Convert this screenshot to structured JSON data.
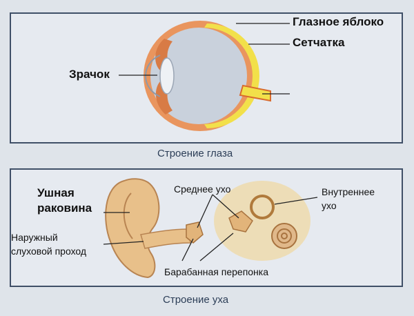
{
  "eye": {
    "caption": "Строение  глаза",
    "labels": {
      "eyeball": "Глазное яблоко",
      "retina": "Сетчатка",
      "pupil": "Зрачок"
    }
  },
  "ear": {
    "caption": "Строение  уха",
    "labels": {
      "auricle_line1": "Ушная",
      "auricle_line2": "раковина",
      "middle_ear": "Среднее ухо",
      "inner_ear_line1": "Внутреннее",
      "inner_ear_line2": "ухо",
      "canal_line1": "Наружный",
      "canal_line2": "слуховой проход",
      "eardrum": "Барабанная перепонка"
    }
  }
}
